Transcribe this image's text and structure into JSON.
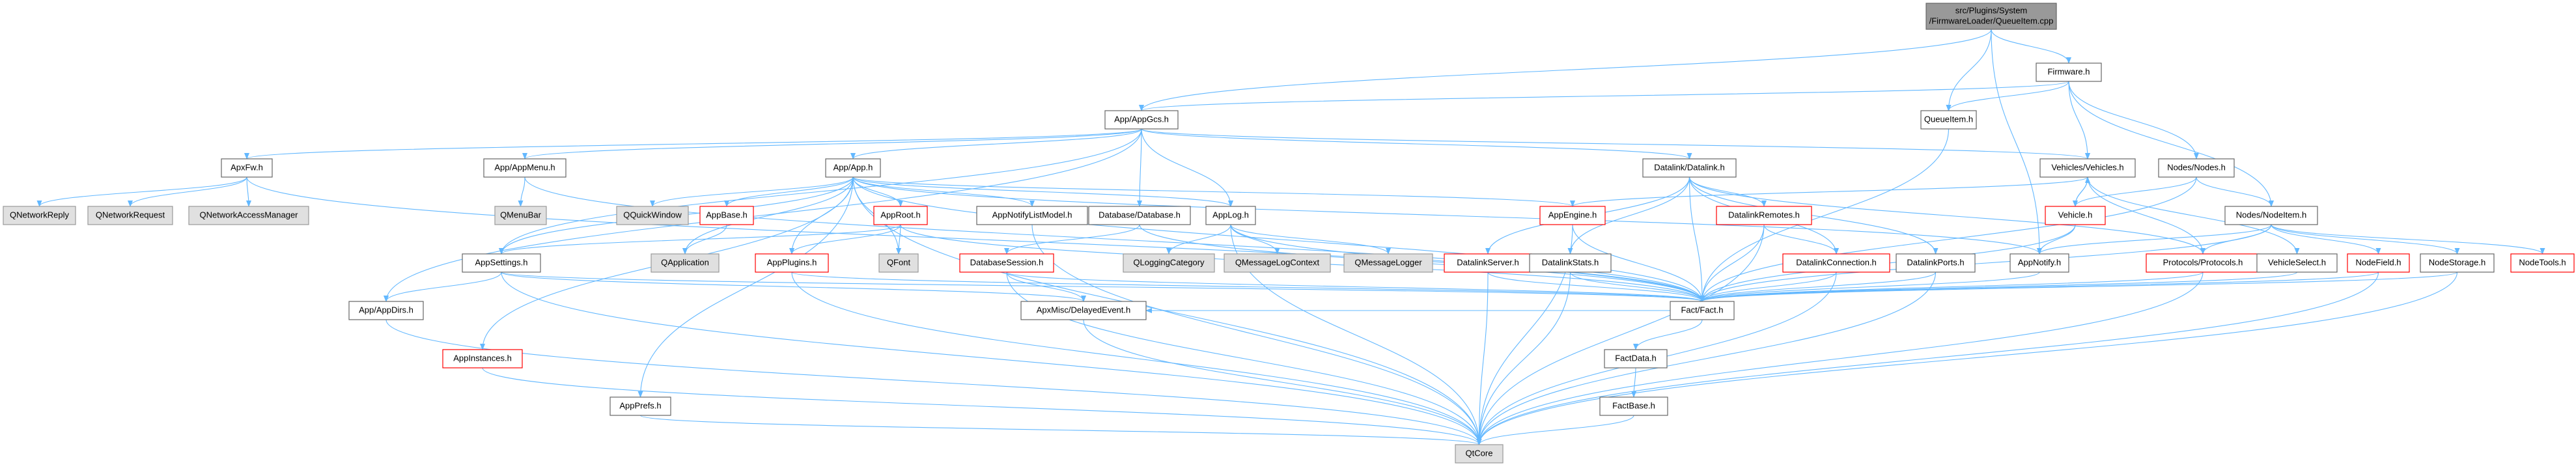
{
  "diagram": {
    "colors": {
      "edge": "#63b8ff",
      "node_border": "#666666",
      "node_fill": "#ffffff",
      "text": "#000000",
      "external_fill": "#e0e0e0",
      "external_border": "#999999",
      "truncated_border": "#ff0000",
      "root_fill": "#999999",
      "root_border": "#666666"
    },
    "nodes": [
      {
        "id": "root",
        "lines": [
          "src/Plugins/System",
          "/FirmwareLoader/QueueItem.cpp"
        ],
        "kind": "root"
      },
      {
        "id": "firmware",
        "lines": [
          "Firmware.h"
        ],
        "kind": "normal"
      },
      {
        "id": "appgcs",
        "lines": [
          "App/AppGcs.h"
        ],
        "kind": "normal"
      },
      {
        "id": "queueitem",
        "lines": [
          "QueueItem.h"
        ],
        "kind": "normal"
      },
      {
        "id": "apxfw",
        "lines": [
          "ApxFw.h"
        ],
        "kind": "normal"
      },
      {
        "id": "appmenu",
        "lines": [
          "App/AppMenu.h"
        ],
        "kind": "normal"
      },
      {
        "id": "app",
        "lines": [
          "App/App.h"
        ],
        "kind": "normal"
      },
      {
        "id": "datalink",
        "lines": [
          "Datalink/Datalink.h"
        ],
        "kind": "normal"
      },
      {
        "id": "vehicles",
        "lines": [
          "Vehicles/Vehicles.h"
        ],
        "kind": "normal"
      },
      {
        "id": "nodes",
        "lines": [
          "Nodes/Nodes.h"
        ],
        "kind": "normal"
      },
      {
        "id": "qnetreply",
        "lines": [
          "QNetworkReply"
        ],
        "kind": "external"
      },
      {
        "id": "qnetreq",
        "lines": [
          "QNetworkRequest"
        ],
        "kind": "external"
      },
      {
        "id": "qnetmgr",
        "lines": [
          "QNetworkAccessManager"
        ],
        "kind": "external"
      },
      {
        "id": "qmenubar",
        "lines": [
          "QMenuBar"
        ],
        "kind": "external"
      },
      {
        "id": "qquickwin",
        "lines": [
          "QQuickWindow"
        ],
        "kind": "external"
      },
      {
        "id": "appbase",
        "lines": [
          "AppBase.h"
        ],
        "kind": "truncated"
      },
      {
        "id": "approot",
        "lines": [
          "AppRoot.h"
        ],
        "kind": "truncated"
      },
      {
        "id": "appnotifylist",
        "lines": [
          "AppNotifyListModel.h"
        ],
        "kind": "normal"
      },
      {
        "id": "database",
        "lines": [
          "Database/Database.h"
        ],
        "kind": "normal"
      },
      {
        "id": "applog",
        "lines": [
          "AppLog.h"
        ],
        "kind": "normal"
      },
      {
        "id": "appengine",
        "lines": [
          "AppEngine.h"
        ],
        "kind": "truncated"
      },
      {
        "id": "dlremotes",
        "lines": [
          "DatalinkRemotes.h"
        ],
        "kind": "truncated"
      },
      {
        "id": "vehicle",
        "lines": [
          "Vehicle.h"
        ],
        "kind": "truncated"
      },
      {
        "id": "nodeitem",
        "lines": [
          "Nodes/NodeItem.h"
        ],
        "kind": "normal"
      },
      {
        "id": "qapplication",
        "lines": [
          "QApplication"
        ],
        "kind": "external"
      },
      {
        "id": "appsettings",
        "lines": [
          "AppSettings.h"
        ],
        "kind": "normal"
      },
      {
        "id": "appplugins",
        "lines": [
          "AppPlugins.h"
        ],
        "kind": "truncated"
      },
      {
        "id": "qfont",
        "lines": [
          "QFont"
        ],
        "kind": "external"
      },
      {
        "id": "dbsession",
        "lines": [
          "DatabaseSession.h"
        ],
        "kind": "truncated"
      },
      {
        "id": "qlogcat",
        "lines": [
          "QLoggingCategory"
        ],
        "kind": "external"
      },
      {
        "id": "qmsglogctx",
        "lines": [
          "QMessageLogContext"
        ],
        "kind": "external"
      },
      {
        "id": "qmsglogger",
        "lines": [
          "QMessageLogger"
        ],
        "kind": "external"
      },
      {
        "id": "dlserver",
        "lines": [
          "DatalinkServer.h"
        ],
        "kind": "truncated"
      },
      {
        "id": "dlstats",
        "lines": [
          "DatalinkStats.h"
        ],
        "kind": "normal"
      },
      {
        "id": "dlconn",
        "lines": [
          "DatalinkConnection.h"
        ],
        "kind": "truncated"
      },
      {
        "id": "dlports",
        "lines": [
          "DatalinkPorts.h"
        ],
        "kind": "normal"
      },
      {
        "id": "appnotify",
        "lines": [
          "AppNotify.h"
        ],
        "kind": "normal"
      },
      {
        "id": "protocols",
        "lines": [
          "Protocols/Protocols.h"
        ],
        "kind": "truncated"
      },
      {
        "id": "vehicleselect",
        "lines": [
          "VehicleSelect.h"
        ],
        "kind": "normal"
      },
      {
        "id": "nodefield",
        "lines": [
          "NodeField.h"
        ],
        "kind": "truncated"
      },
      {
        "id": "nodestorage",
        "lines": [
          "NodeStorage.h"
        ],
        "kind": "normal"
      },
      {
        "id": "nodetools",
        "lines": [
          "NodeTools.h"
        ],
        "kind": "truncated"
      },
      {
        "id": "appdirs",
        "lines": [
          "App/AppDirs.h"
        ],
        "kind": "normal"
      },
      {
        "id": "delayedevent",
        "lines": [
          "ApxMisc/DelayedEvent.h"
        ],
        "kind": "normal"
      },
      {
        "id": "fact",
        "lines": [
          "Fact/Fact.h"
        ],
        "kind": "normal"
      },
      {
        "id": "appinstances",
        "lines": [
          "AppInstances.h"
        ],
        "kind": "truncated"
      },
      {
        "id": "factdata",
        "lines": [
          "FactData.h"
        ],
        "kind": "normal"
      },
      {
        "id": "factbase",
        "lines": [
          "FactBase.h"
        ],
        "kind": "normal"
      },
      {
        "id": "appprefs",
        "lines": [
          "AppPrefs.h"
        ],
        "kind": "normal"
      },
      {
        "id": "qtcore",
        "lines": [
          "QtCore"
        ],
        "kind": "external"
      }
    ],
    "edges": [
      [
        "root",
        "firmware"
      ],
      [
        "root",
        "appgcs"
      ],
      [
        "root",
        "queueitem"
      ],
      [
        "root",
        "appnotify"
      ],
      [
        "firmware",
        "appgcs"
      ],
      [
        "firmware",
        "queueitem"
      ],
      [
        "firmware",
        "vehicles"
      ],
      [
        "firmware",
        "nodes"
      ],
      [
        "firmware",
        "nodeitem"
      ],
      [
        "queueitem",
        "fact"
      ],
      [
        "appgcs",
        "apxfw"
      ],
      [
        "appgcs",
        "appmenu"
      ],
      [
        "appgcs",
        "app"
      ],
      [
        "appgcs",
        "datalink"
      ],
      [
        "appgcs",
        "vehicles"
      ],
      [
        "appgcs",
        "database"
      ],
      [
        "appgcs",
        "applog"
      ],
      [
        "appgcs",
        "appsettings"
      ],
      [
        "appgcs",
        "appdirs"
      ],
      [
        "apxfw",
        "qnetreply"
      ],
      [
        "apxfw",
        "qnetreq"
      ],
      [
        "apxfw",
        "qnetmgr"
      ],
      [
        "apxfw",
        "fact"
      ],
      [
        "appmenu",
        "qmenubar"
      ],
      [
        "appmenu",
        "fact"
      ],
      [
        "app",
        "qquickwin"
      ],
      [
        "app",
        "appbase"
      ],
      [
        "app",
        "approot"
      ],
      [
        "app",
        "appnotifylist"
      ],
      [
        "app",
        "applog"
      ],
      [
        "app",
        "appengine"
      ],
      [
        "app",
        "appsettings"
      ],
      [
        "app",
        "appplugins"
      ],
      [
        "app",
        "qapplication"
      ],
      [
        "app",
        "qfont"
      ],
      [
        "app",
        "appinstances"
      ],
      [
        "app",
        "appprefs"
      ],
      [
        "app",
        "qtcore"
      ],
      [
        "app",
        "fact"
      ],
      [
        "app",
        "appnotify"
      ],
      [
        "appbase",
        "qapplication"
      ],
      [
        "approot",
        "appsettings"
      ],
      [
        "approot",
        "appplugins"
      ],
      [
        "approot",
        "qfont"
      ],
      [
        "approot",
        "fact"
      ],
      [
        "appnotifylist",
        "qtcore"
      ],
      [
        "database",
        "dbsession"
      ],
      [
        "database",
        "fact"
      ],
      [
        "applog",
        "qlogcat"
      ],
      [
        "applog",
        "qmsglogctx"
      ],
      [
        "applog",
        "qmsglogger"
      ],
      [
        "applog",
        "qtcore"
      ],
      [
        "applog",
        "fact"
      ],
      [
        "datalink",
        "dlremotes"
      ],
      [
        "datalink",
        "dlserver"
      ],
      [
        "datalink",
        "dlstats"
      ],
      [
        "datalink",
        "dlconn"
      ],
      [
        "datalink",
        "dlports"
      ],
      [
        "datalink",
        "protocols"
      ],
      [
        "datalink",
        "fact"
      ],
      [
        "vehicles",
        "appengine"
      ],
      [
        "vehicles",
        "vehicle"
      ],
      [
        "vehicles",
        "protocols"
      ],
      [
        "vehicles",
        "vehicleselect"
      ],
      [
        "vehicle",
        "vehicles"
      ],
      [
        "vehicle",
        "appnotify"
      ],
      [
        "vehicle",
        "fact"
      ],
      [
        "nodes",
        "vehicle"
      ],
      [
        "nodes",
        "nodeitem"
      ],
      [
        "nodes",
        "fact"
      ],
      [
        "nodeitem",
        "appnotify"
      ],
      [
        "nodeitem",
        "protocols"
      ],
      [
        "nodeitem",
        "nodefield"
      ],
      [
        "nodeitem",
        "nodestorage"
      ],
      [
        "nodeitem",
        "nodetools"
      ],
      [
        "nodeitem",
        "fact"
      ],
      [
        "appengine",
        "fact"
      ],
      [
        "appengine",
        "qtcore"
      ],
      [
        "dlremotes",
        "dlconn"
      ],
      [
        "dlremotes",
        "fact"
      ],
      [
        "dlremotes",
        "qtcore"
      ],
      [
        "dlserver",
        "fact"
      ],
      [
        "dlserver",
        "qtcore"
      ],
      [
        "dlstats",
        "fact"
      ],
      [
        "dlstats",
        "qtcore"
      ],
      [
        "dlconn",
        "fact"
      ],
      [
        "dlconn",
        "qtcore"
      ],
      [
        "dlports",
        "fact"
      ],
      [
        "dlports",
        "qtcore"
      ],
      [
        "appnotify",
        "fact"
      ],
      [
        "protocols",
        "fact"
      ],
      [
        "protocols",
        "qtcore"
      ],
      [
        "vehicleselect",
        "fact"
      ],
      [
        "nodefield",
        "fact"
      ],
      [
        "nodefield",
        "qtcore"
      ],
      [
        "nodestorage",
        "fact"
      ],
      [
        "nodestorage",
        "qtcore"
      ],
      [
        "appsettings",
        "appdirs"
      ],
      [
        "appsettings",
        "delayedevent"
      ],
      [
        "appsettings",
        "fact"
      ],
      [
        "appsettings",
        "qtcore"
      ],
      [
        "appplugins",
        "qtcore"
      ],
      [
        "appplugins",
        "fact"
      ],
      [
        "dbsession",
        "delayedevent"
      ],
      [
        "dbsession",
        "qtcore"
      ],
      [
        "dbsession",
        "fact"
      ],
      [
        "appdirs",
        "qtcore"
      ],
      [
        "delayedevent",
        "qtcore"
      ],
      [
        "fact",
        "factdata"
      ],
      [
        "fact",
        "delayedevent"
      ],
      [
        "factdata",
        "factbase"
      ],
      [
        "factbase",
        "qtcore"
      ],
      [
        "appinstances",
        "qtcore"
      ],
      [
        "appprefs",
        "qtcore"
      ]
    ]
  }
}
